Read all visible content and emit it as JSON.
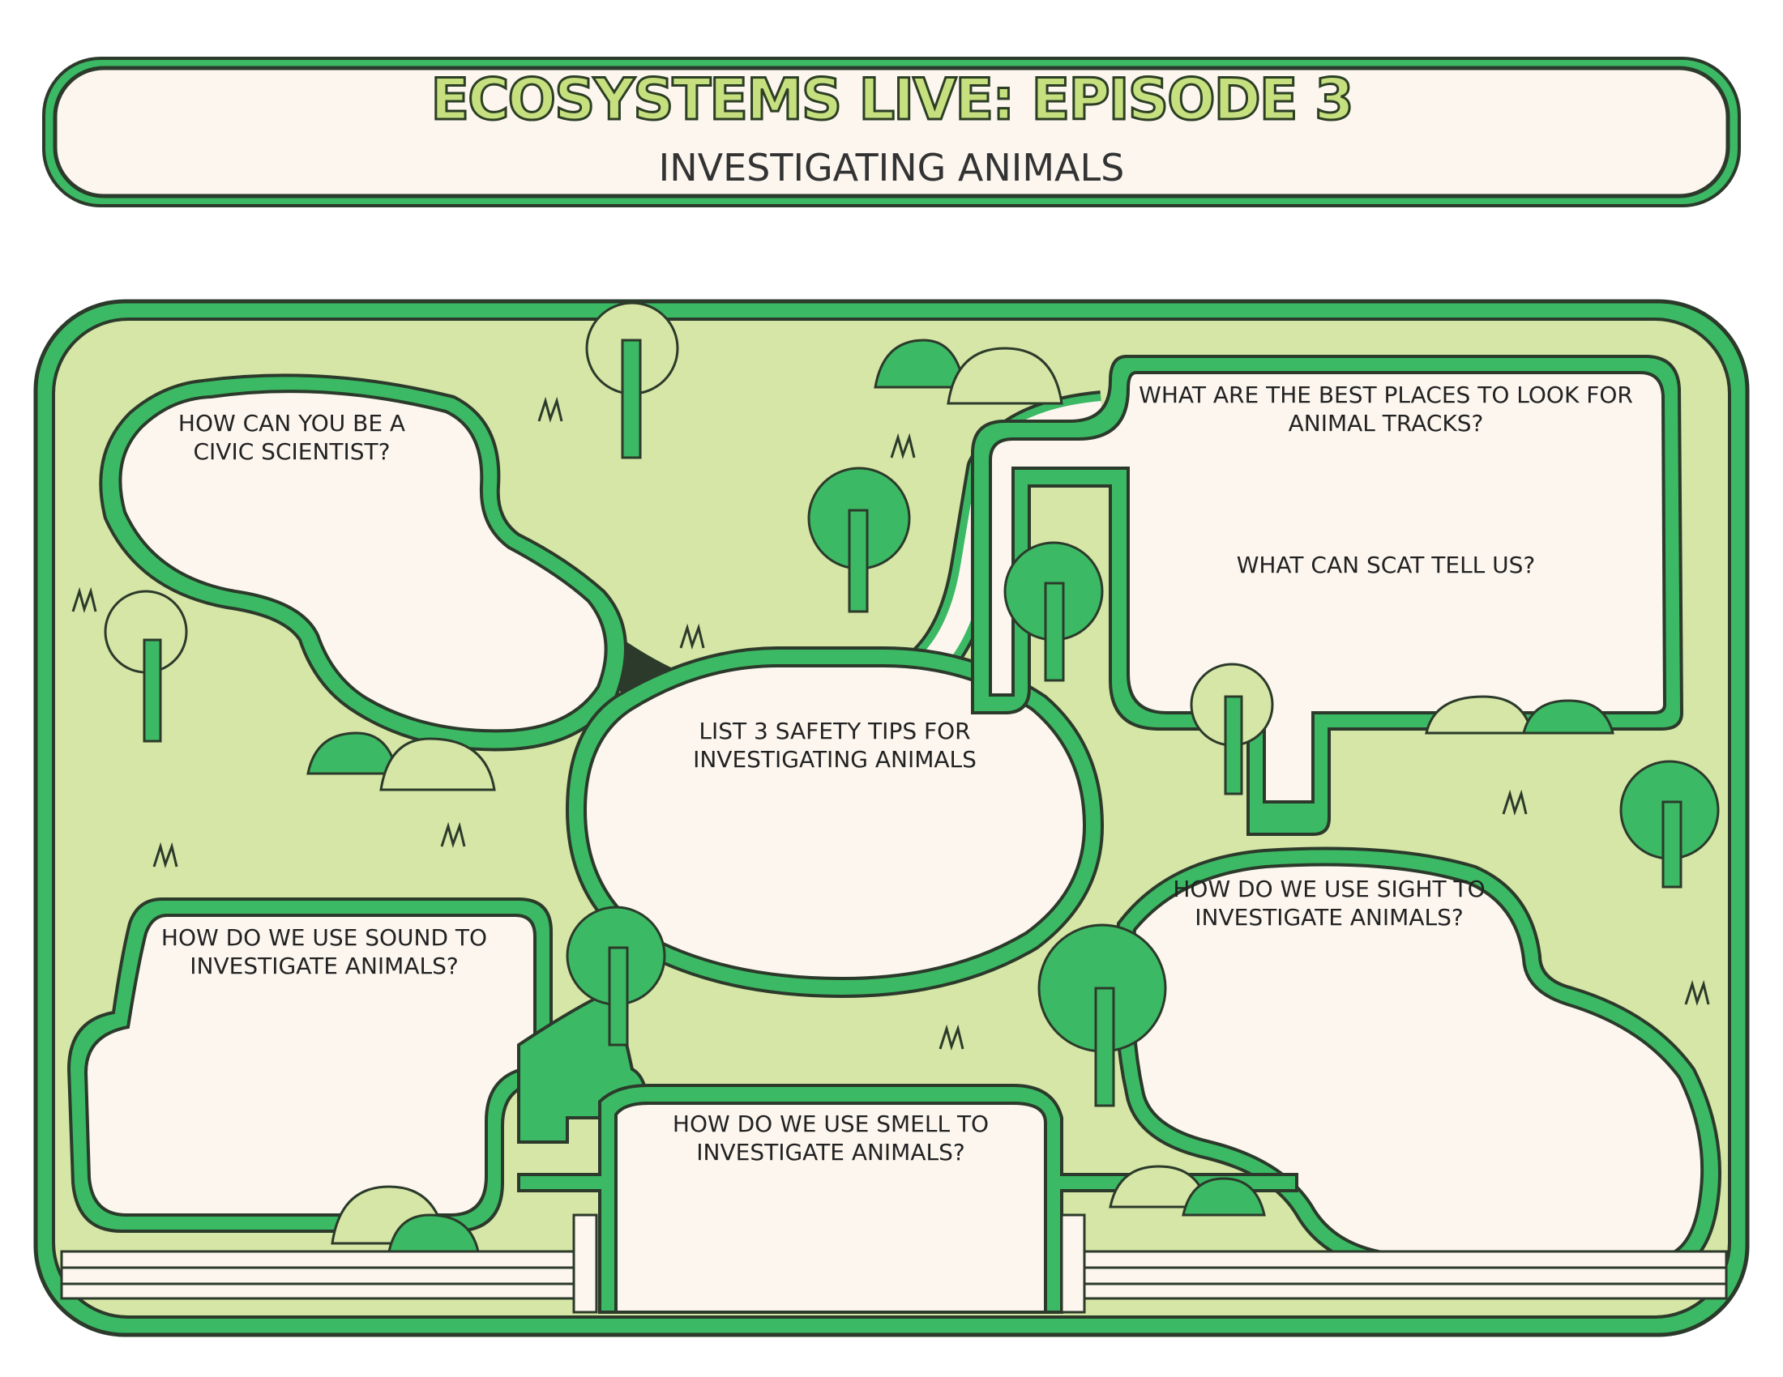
{
  "header": {
    "title": "ECOSYSTEMS LIVE: EPISODE 3",
    "subtitle": "INVESTIGATING ANIMALS"
  },
  "questions": {
    "civic_scientist": "HOW CAN YOU BE A\nCIVIC SCIENTIST?",
    "animal_tracks": "WHAT ARE THE BEST PLACES TO LOOK FOR\nANIMAL TRACKS?",
    "scat": "WHAT CAN SCAT TELL US?",
    "safety_tips": "LIST 3 SAFETY TIPS FOR\nINVESTIGATING ANIMALS",
    "sound": "HOW DO WE USE SOUND TO\nINVESTIGATE ANIMALS?",
    "sight": "HOW DO WE USE SIGHT TO\nINVESTIGATE ANIMALS?",
    "smell": "HOW DO WE USE SMELL TO\nINVESTIGATE ANIMALS?"
  },
  "colors": {
    "dark_green": "#3cb964",
    "light_green": "#d6e6a6",
    "cream": "#fcf6ef",
    "outline": "#2b3a2a"
  }
}
